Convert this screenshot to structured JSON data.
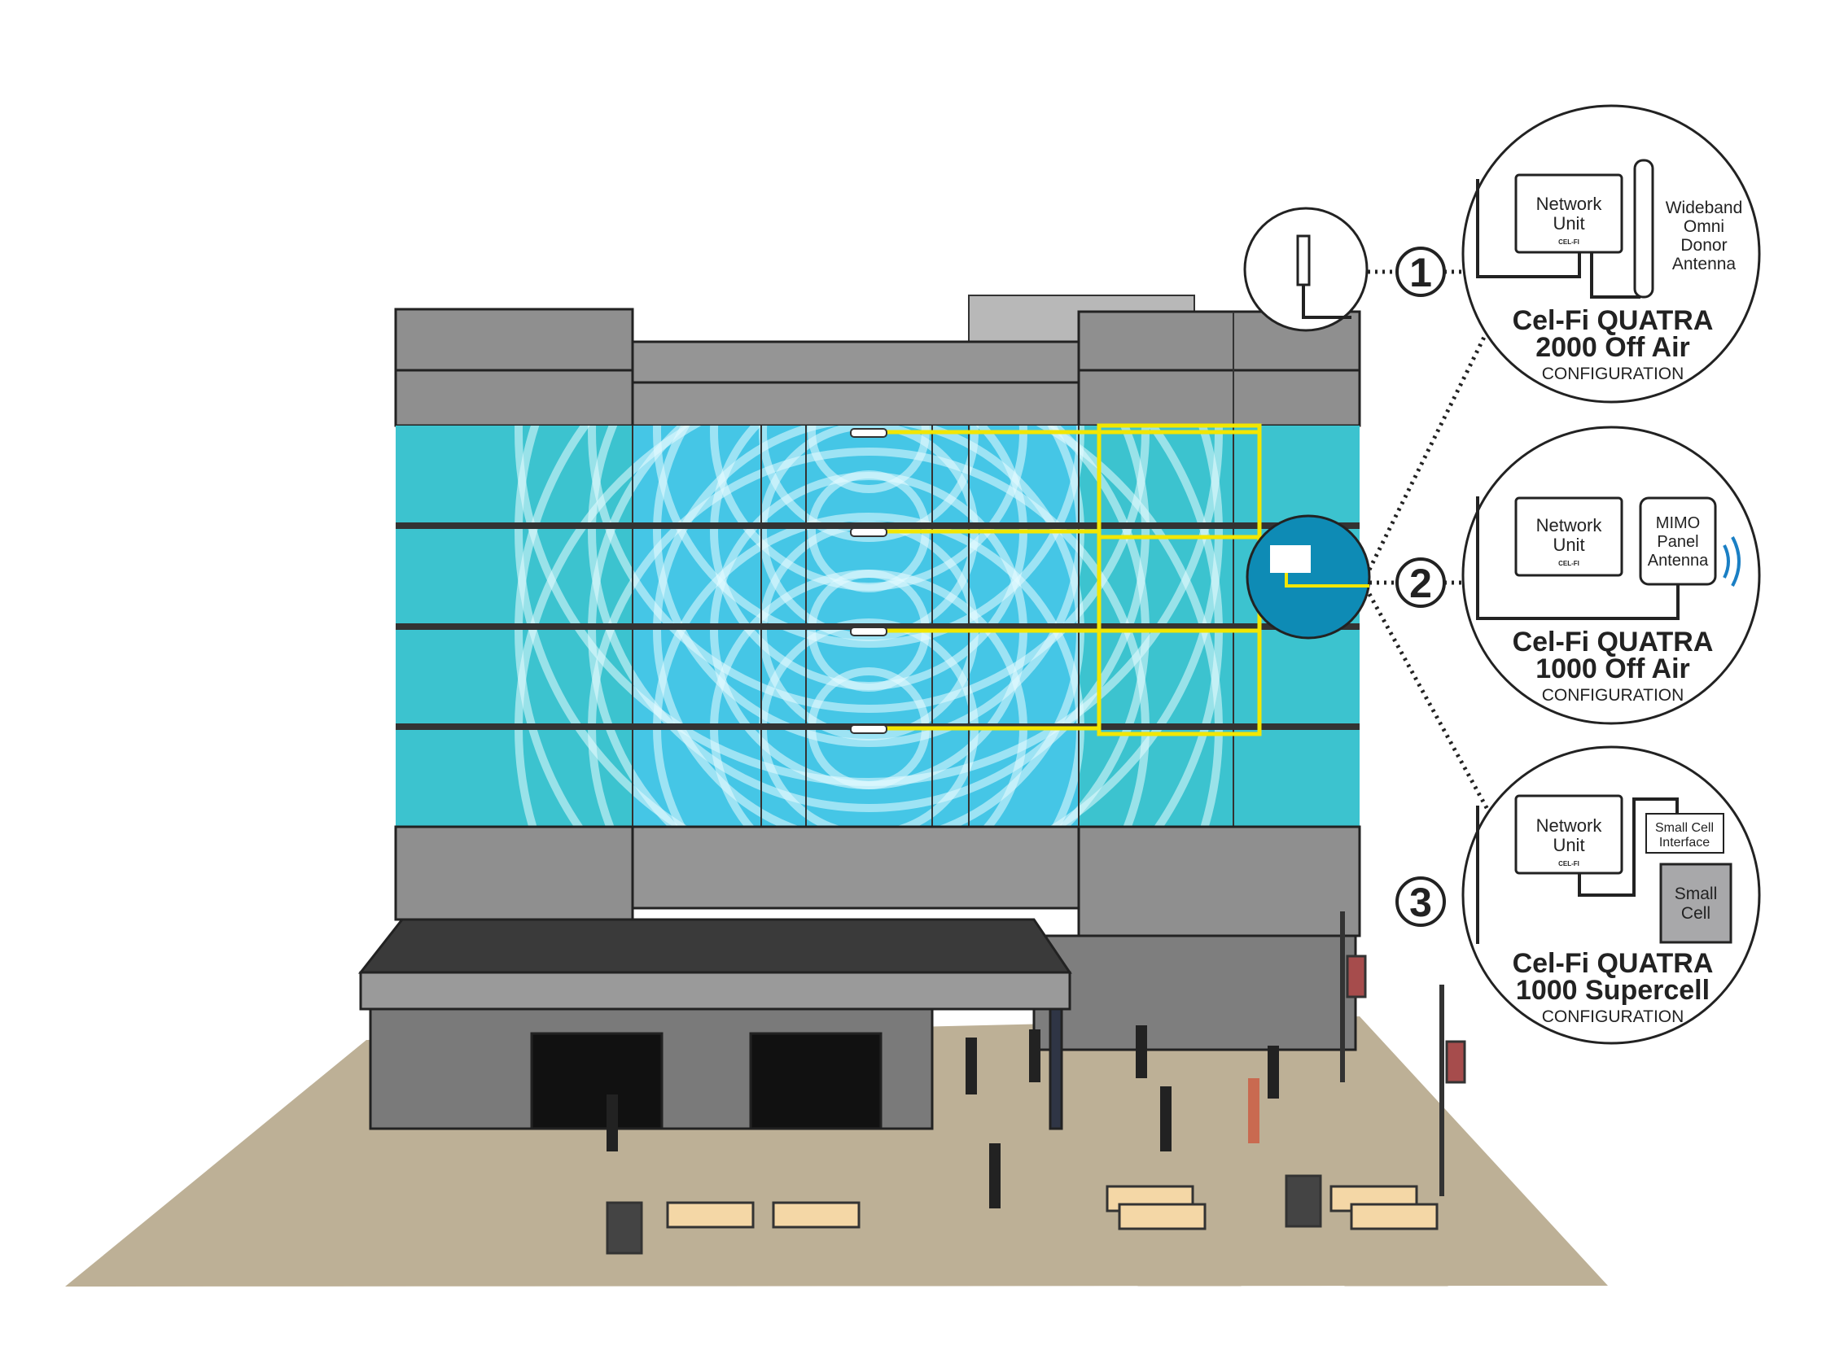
{
  "colors": {
    "glass": "#3cc3cf",
    "glass_center": "#45c6e6",
    "yellow": "#f2e600",
    "gray": "#8f8f8f",
    "dark": "#3a3a3a",
    "ground": "#bdb096",
    "highlight": "#0e8bb5"
  },
  "numbers": [
    "1",
    "2",
    "3"
  ],
  "configs": [
    {
      "unit_line1": "Network",
      "unit_line2": "Unit",
      "unit_brand": "CEL-FI",
      "antenna_lines": [
        "Wideband",
        "Omni",
        "Donor",
        "Antenna"
      ],
      "title1": "Cel-Fi QUATRA",
      "title2": "2000 Off Air",
      "subtitle": "CONFIGURATION"
    },
    {
      "unit_line1": "Network",
      "unit_line2": "Unit",
      "unit_brand": "CEL-FI",
      "antenna_lines": [
        "MIMO",
        "Panel",
        "Antenna"
      ],
      "title1": "Cel-Fi QUATRA",
      "title2": "1000 Off Air",
      "subtitle": "CONFIGURATION"
    },
    {
      "unit_line1": "Network",
      "unit_line2": "Unit",
      "unit_brand": "CEL-FI",
      "interface_lines": [
        "Small Cell",
        "Interface"
      ],
      "cell_lines": [
        "Small",
        "Cell"
      ],
      "title1": "Cel-Fi QUATRA",
      "title2": "1000 Supercell",
      "subtitle": "CONFIGURATION"
    }
  ]
}
